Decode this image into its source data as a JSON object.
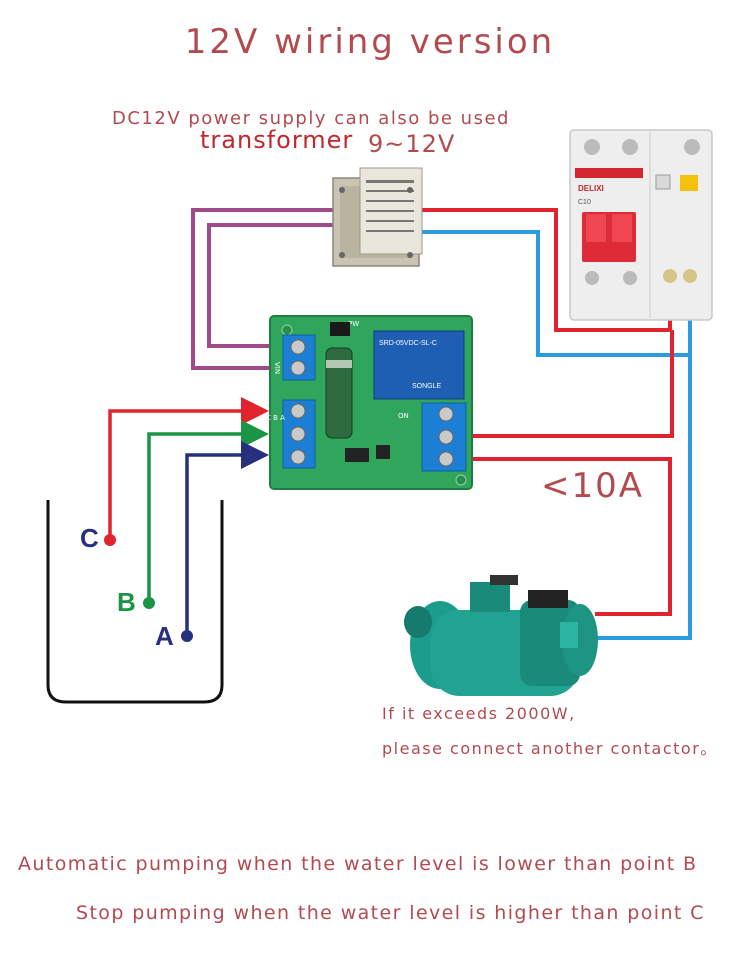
{
  "title": "12V wiring version",
  "supply_note": "DC12V power supply can also be used",
  "transformer": {
    "label": "transformer",
    "range": "9~12V"
  },
  "current_limit": "<10A",
  "warning": {
    "line1": "If it exceeds 2000W,",
    "line2": "please connect another contactor。"
  },
  "notes": {
    "line1": "Automatic pumping when the water level is lower than point B",
    "line2": "Stop pumping when the water level is higher than point C"
  },
  "points": {
    "c": "C",
    "b": "B",
    "a": "A"
  },
  "board": {
    "relay_model": "SRD-05VDC-SL-C",
    "relay_brand": "SONGLE",
    "led_label": "PW",
    "input_label": "VIN",
    "sensor_label": "C B A",
    "on_label": "ON"
  },
  "breaker": {
    "brand": "DELIXI",
    "rating": "C10"
  },
  "colors": {
    "red_wire": "#e1232f",
    "blue_wire": "#2a9be0",
    "green_wire": "#1a9445",
    "navy_wire": "#27307e",
    "purple_wire": "#a04a8c",
    "text": "#b24a4f"
  }
}
